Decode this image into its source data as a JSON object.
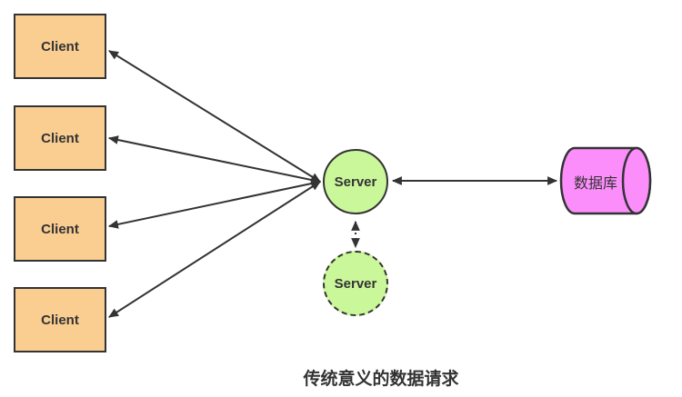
{
  "diagram": {
    "caption": "传统意义的数据请求",
    "colors": {
      "client_fill": "#FACD91",
      "server_fill": "#CBF79B",
      "database_fill": "#FC8EFC",
      "stroke_color": "#333333",
      "text_color": "#333333",
      "background": "#FFFFFF"
    },
    "clients": [
      {
        "label": "Client"
      },
      {
        "label": "Client"
      },
      {
        "label": "Client"
      },
      {
        "label": "Client"
      }
    ],
    "server_main": {
      "label": "Server",
      "border_style": "solid"
    },
    "server_backup": {
      "label": "Server",
      "border_style": "dashed"
    },
    "database": {
      "label": "数据库",
      "shape": "horizontal-cylinder"
    },
    "edges": [
      {
        "from": "client-1",
        "to": "server-main",
        "style": "solid",
        "bidirectional": true
      },
      {
        "from": "client-2",
        "to": "server-main",
        "style": "solid",
        "bidirectional": true
      },
      {
        "from": "client-3",
        "to": "server-main",
        "style": "solid",
        "bidirectional": true
      },
      {
        "from": "client-4",
        "to": "server-main",
        "style": "solid",
        "bidirectional": true
      },
      {
        "from": "server-main",
        "to": "database",
        "style": "solid",
        "bidirectional": true
      },
      {
        "from": "server-main",
        "to": "server-backup",
        "style": "dotted",
        "bidirectional": true
      }
    ]
  }
}
